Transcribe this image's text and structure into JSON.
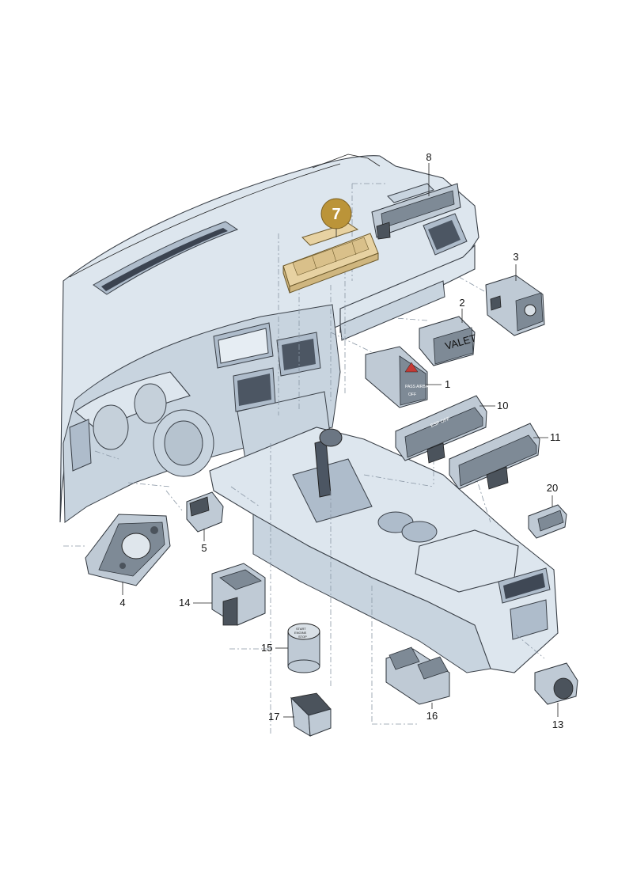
{
  "diagram": {
    "highlighted_part": "7",
    "callouts": {
      "p1": "1",
      "p2": "2",
      "p3": "3",
      "p4": "4",
      "p5": "5",
      "p7": "7",
      "p8": "8",
      "p10": "10",
      "p11": "11",
      "p13": "13",
      "p14": "14",
      "p15": "15",
      "p16": "16",
      "p17": "17",
      "p20": "20"
    },
    "part_text": {
      "valet": "VALET",
      "esp_off": "ESP OFF",
      "start": "START",
      "engine": "ENGINE",
      "stop": "STOP",
      "pass_airbag": "PASS AIRBAG",
      "off": "OFF"
    },
    "colors": {
      "highlight_fill": "#e7d2a2",
      "callout_badge": "#bb9439"
    }
  }
}
